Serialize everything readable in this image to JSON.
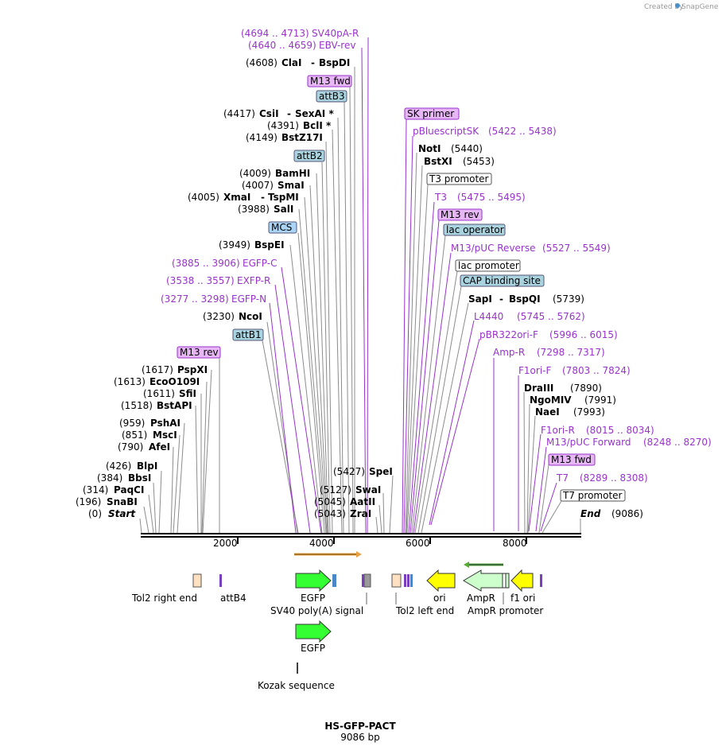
{
  "credit": {
    "created_by": "Created by",
    "brand": "SnapGene"
  },
  "plasmid": {
    "name": "HS-GFP-PACT",
    "length": "9086 bp"
  },
  "ticks": [
    "2000",
    "4000",
    "6000",
    "8000"
  ],
  "sites": [
    {
      "pos": "(0)",
      "name": "Start"
    },
    {
      "pos": "(196)",
      "name": "SnaBI"
    },
    {
      "pos": "(314)",
      "name": "PaqCI"
    },
    {
      "pos": "(384)",
      "name": "BbsI"
    },
    {
      "pos": "(426)",
      "name": "BlpI"
    },
    {
      "pos": "(790)",
      "name": "AfeI"
    },
    {
      "pos": "(851)",
      "name": "MscI"
    },
    {
      "pos": "(959)",
      "name": "PshAI"
    },
    {
      "pos": "(1518)",
      "name": "BstAPI"
    },
    {
      "pos": "(1611)",
      "name": "SfiI"
    },
    {
      "pos": "(1613)",
      "name": "EcoO109I"
    },
    {
      "pos": "(1617)",
      "name": "PspXI"
    },
    {
      "pos": "(3230)",
      "name": "NcoI"
    },
    {
      "pos": "(3949)",
      "name": "BspEI"
    },
    {
      "pos": "(3988)",
      "name": "SalI"
    },
    {
      "pos": "(4005)",
      "name": "XmaI",
      "name2": "TspMI"
    },
    {
      "pos": "(4007)",
      "name": "SmaI"
    },
    {
      "pos": "(4009)",
      "name": "BamHI"
    },
    {
      "pos": "(4149)",
      "name": "BstZ17I"
    },
    {
      "pos": "(4391)",
      "name": "BclI *"
    },
    {
      "pos": "(4417)",
      "name": "CsiI",
      "name2": "SexAI *"
    },
    {
      "pos": "(4608)",
      "name": "ClaI",
      "name2": "BspDI"
    },
    {
      "pos": "(5043)",
      "name": "ZraI"
    },
    {
      "pos": "(5045)",
      "name": "AatII"
    },
    {
      "pos": "(5127)",
      "name": "SwaI"
    },
    {
      "pos": "(5427)",
      "name": "SpeI"
    },
    {
      "pos": "(5440)",
      "name": "NotI"
    },
    {
      "pos": "(5453)",
      "name": "BstXI"
    },
    {
      "pos": "(5739)",
      "name": "SapI",
      "name2": "BspQI"
    },
    {
      "pos": "(7890)",
      "name": "DraIII"
    },
    {
      "pos": "(7991)",
      "name": "NgoMIV"
    },
    {
      "pos": "(7993)",
      "name": "NaeI"
    },
    {
      "pos": "(9086)",
      "name": "End"
    }
  ],
  "primers": [
    {
      "range": "(4694 .. 4713)",
      "name": "SV40pA-R"
    },
    {
      "range": "(4640 .. 4659)",
      "name": "EBV-rev"
    },
    {
      "range": "(3885 .. 3906)",
      "name": "EGFP-C"
    },
    {
      "range": "(3538 .. 3557)",
      "name": "EXFP-R"
    },
    {
      "range": "(3277 .. 3298)",
      "name": "EGFP-N"
    },
    {
      "range": "(5422 .. 5438)",
      "name": "pBluescriptSK"
    },
    {
      "range": "(5475 .. 5495)",
      "name": "T3"
    },
    {
      "range": "(5527 .. 5549)",
      "name": "M13/pUC Reverse"
    },
    {
      "range": "(5745 .. 5762)",
      "name": "L4440"
    },
    {
      "range": "(5996 .. 6015)",
      "name": "pBR322ori-F"
    },
    {
      "range": "(7298 .. 7317)",
      "name": "Amp-R"
    },
    {
      "range": "(7803 .. 7824)",
      "name": "F1ori-F"
    },
    {
      "range": "(8015 .. 8034)",
      "name": "F1ori-R"
    },
    {
      "range": "(8248 .. 8270)",
      "name": "M13/pUC Forward"
    },
    {
      "range": "(8289 .. 8308)",
      "name": "T7"
    }
  ],
  "boxes": [
    {
      "name": "M13 fwd",
      "kind": "primer"
    },
    {
      "name": "attB3",
      "kind": "feature"
    },
    {
      "name": "attB2",
      "kind": "feature"
    },
    {
      "name": "MCS",
      "kind": "mcs"
    },
    {
      "name": "attB1",
      "kind": "feature"
    },
    {
      "name": "M13 rev",
      "kind": "primer"
    },
    {
      "name": "SK primer",
      "kind": "primer"
    },
    {
      "name": "T3 promoter",
      "kind": "promoter"
    },
    {
      "name": "M13 rev",
      "kind": "primer"
    },
    {
      "name": "lac operator",
      "kind": "feature"
    },
    {
      "name": "lac promoter",
      "kind": "promoter"
    },
    {
      "name": "CAP binding site",
      "kind": "feature"
    },
    {
      "name": "M13 fwd",
      "kind": "primer"
    },
    {
      "name": "T7 promoter",
      "kind": "promoter"
    }
  ],
  "features_below": [
    {
      "name": "Tol2 right end"
    },
    {
      "name": "attB4"
    },
    {
      "name": "EGFP"
    },
    {
      "name": "SV40 poly(A) signal"
    },
    {
      "name": "ori"
    },
    {
      "name": "AmpR"
    },
    {
      "name": "f1 ori"
    },
    {
      "name": "Tol2 left end"
    },
    {
      "name": "AmpR promoter"
    },
    {
      "name": "EGFP"
    },
    {
      "name": "Kozak sequence"
    }
  ],
  "colors": {
    "primer_fill": "#e7b6f5",
    "primer_stroke": "#9933cc",
    "feature_fill": "#a9d3df",
    "mcs_fill": "#aad4f5",
    "egfp": "#33ff33",
    "ori": "#ffff00",
    "ampr": "#ccffcc",
    "purple_line": "#9933cc",
    "gray_line": "#8c8c8c",
    "orange_arrow": "#e8a040",
    "green_arrow": "#55aa33"
  }
}
